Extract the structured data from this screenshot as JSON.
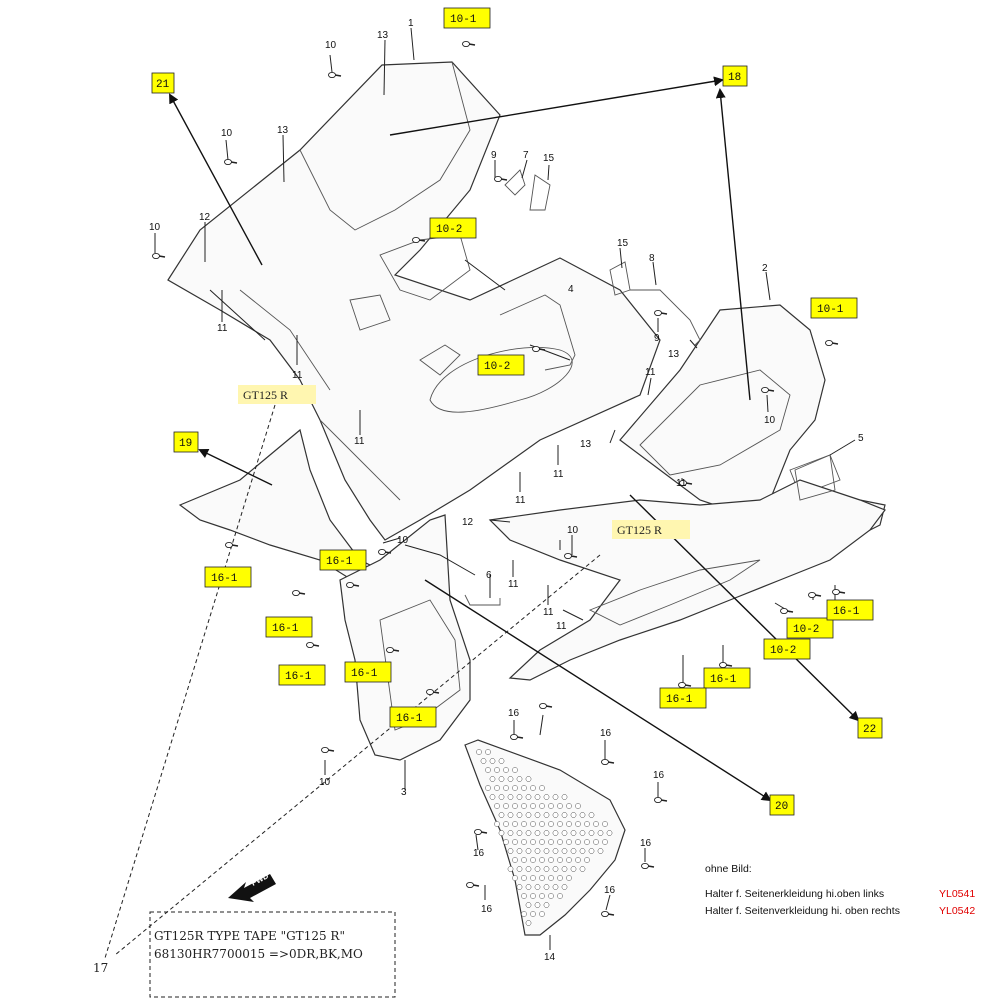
{
  "callouts": {
    "c21": "21",
    "c18": "18",
    "c19": "19",
    "c20": "20",
    "c22": "22",
    "c10_1a": "10-1",
    "c10_1b": "10-1",
    "c10_2a": "10-2",
    "c10_2b": "10-2",
    "c10_2c": "10-2",
    "c10_2d": "10-2",
    "c16_1a": "16-1",
    "c16_1b": "16-1",
    "c16_1c": "16-1",
    "c16_1d": "16-1",
    "c16_1e": "16-1",
    "c16_1f": "16-1",
    "c16_1g": "16-1",
    "c16_1h": "16-1",
    "c16_1i": "16-1"
  },
  "tags": {
    "gt1": "GT125 R",
    "gt2": "GT125 R"
  },
  "parts": {
    "p1": "1",
    "p2": "2",
    "p3": "3",
    "p4": "4",
    "p5": "5",
    "p6": "6",
    "p7": "7",
    "p8": "8",
    "p9a": "9",
    "p9b": "9",
    "p10a": "10",
    "p10b": "10",
    "p10c": "10",
    "p10d": "10",
    "p10e": "10",
    "p10f": "10",
    "p10g": "10",
    "p11a": "11",
    "p11b": "11",
    "p11c": "11",
    "p11d": "11",
    "p11e": "11",
    "p11f": "11",
    "p11g": "11",
    "p11h": "11",
    "p11i": "11",
    "p11j": "11",
    "p12a": "12",
    "p12b": "12",
    "p13a": "13",
    "p13b": "13",
    "p13c": "13",
    "p13d": "13",
    "p14": "14",
    "p15a": "15",
    "p15b": "15",
    "p16a": "16",
    "p16b": "16",
    "p16c": "16",
    "p16d": "16",
    "p16e": "16",
    "p16f": "16",
    "p16g": "16",
    "p17": "17"
  },
  "fwd": "FWD",
  "tape_box": {
    "line1": "GT125R TYPE TAPE \"GT125 R\"",
    "line2": "68130HR7700015 =>0DR,BK,MO"
  },
  "legend": {
    "title": "ohne Bild:",
    "row1_text": "Halter f. Seitenerkleidung hi.oben links",
    "row1_code": "YL0541",
    "row2_text": "Halter f. Seitenverkleidung hi. oben rechts",
    "row2_code": "YL0542"
  },
  "colors": {
    "callout_fill": "#ffff00",
    "tag_fill": "#fff6b0",
    "code_color": "#e00000"
  }
}
